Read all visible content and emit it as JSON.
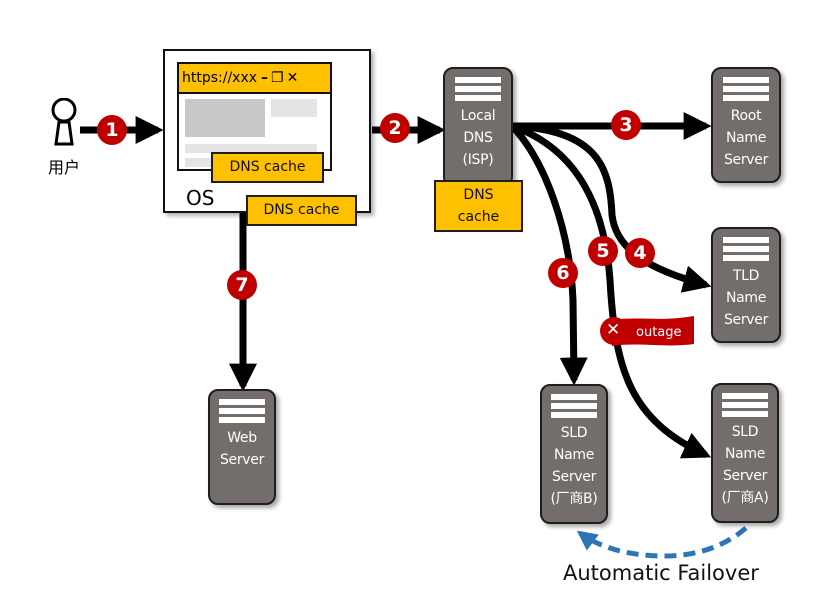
{
  "user": {
    "label": "用户",
    "icon": "person-icon"
  },
  "browser": {
    "url": "https://xxx",
    "controls": {
      "minimize": "–",
      "restore": "❐",
      "close": "✕"
    },
    "cache_label": "DNS cache"
  },
  "os": {
    "label": "OS",
    "cache_label": "DNS cache"
  },
  "local_dns": {
    "lines": [
      "Local",
      "DNS",
      "(ISP)"
    ],
    "cache_label_1": "DNS",
    "cache_label_2": "cache"
  },
  "root": {
    "lines": [
      "Root",
      "Name",
      "Server"
    ]
  },
  "tld": {
    "lines": [
      "TLD",
      "Name",
      "Server"
    ]
  },
  "sld_b": {
    "lines": [
      "SLD",
      "Name",
      "Server",
      "(厂商B)"
    ]
  },
  "sld_a": {
    "lines": [
      "SLD",
      "Name",
      "Server",
      "(厂商A)"
    ]
  },
  "web": {
    "lines": [
      "Web",
      "Server"
    ]
  },
  "steps": [
    "1",
    "2",
    "3",
    "4",
    "5",
    "6",
    "7"
  ],
  "outage": {
    "label": "outage",
    "icon": "x-icon"
  },
  "failover": {
    "label": "Automatic Failover"
  },
  "colors": {
    "step_badge": "#c00000",
    "cache": "#ffc000",
    "server": "#736d6b",
    "failover_arrow": "#2e75b6"
  }
}
